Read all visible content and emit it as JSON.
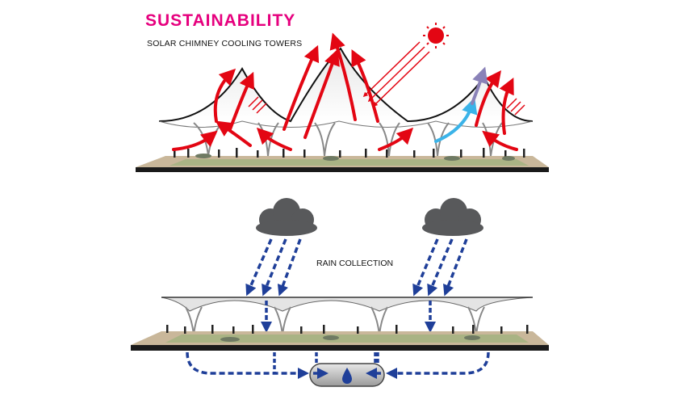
{
  "header": {
    "title": "SUSTAINABILITY",
    "subtitle": "SOLAR CHIMNEY COOLING TOWERS"
  },
  "rain": {
    "label": "RAIN COLLECTION"
  },
  "colors": {
    "title": "#e6007e",
    "heat_arrow": "#e30613",
    "cool_arrow": "#3bb3e8",
    "exhaust_arrow": "#8a82b8",
    "rain_arrow": "#1f3f99",
    "cloud": "#58595b",
    "sun": "#e30613"
  },
  "icons": [
    "sun-icon",
    "cloud-icon",
    "water-drop-icon"
  ]
}
